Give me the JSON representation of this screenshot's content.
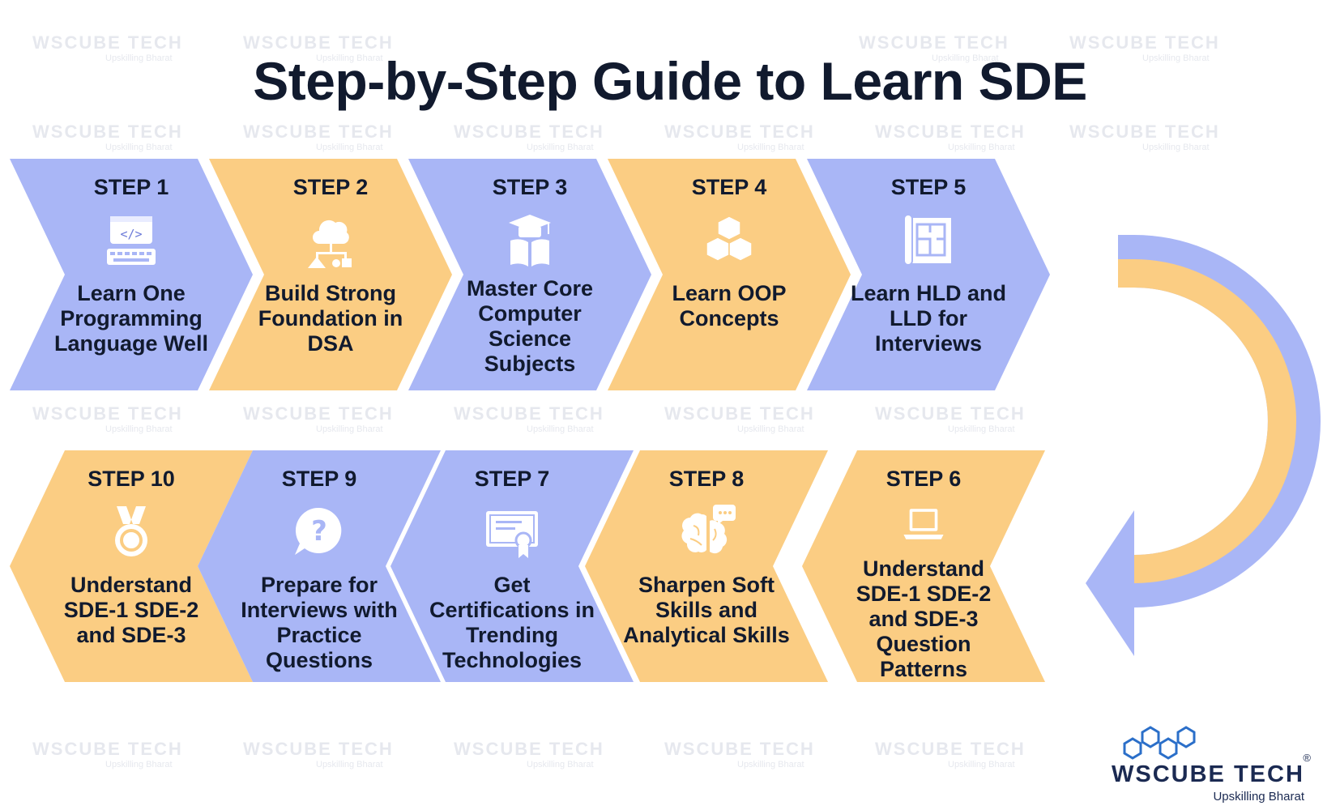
{
  "title": "Step-by-Step Guide to Learn SDE",
  "colors": {
    "blue": "#a9b6f6",
    "orange": "#fbcd83",
    "text": "#111a2e",
    "loop_outer": "#a9b6f6",
    "loop_inner": "#fbcd83"
  },
  "watermark": {
    "brand": "WSCUBE TECH",
    "tagline": "Upskilling Bharat"
  },
  "steps": [
    {
      "label": "STEP 1",
      "text": "Learn One Programming Language Well",
      "icon": "code-window-keyboard-icon",
      "color": "blue"
    },
    {
      "label": "STEP 2",
      "text": "Build Strong Foundation in DSA",
      "icon": "tree-structure-icon",
      "color": "orange"
    },
    {
      "label": "STEP 3",
      "text": "Master Core Computer Science Subjects",
      "icon": "graduation-cap-book-icon",
      "color": "blue"
    },
    {
      "label": "STEP 4",
      "text": "Learn OOP Concepts",
      "icon": "cubes-icon",
      "color": "orange"
    },
    {
      "label": "STEP 5",
      "text": "Learn HLD and LLD for Interviews",
      "icon": "blueprint-icon",
      "color": "blue"
    },
    {
      "label": "STEP 10",
      "text": "Understand SDE-1 SDE-2 and SDE-3",
      "icon": "medal-icon",
      "color": "orange"
    },
    {
      "label": "STEP 9",
      "text": "Prepare for Interviews with Practice Questions",
      "icon": "question-bubble-icon",
      "color": "blue"
    },
    {
      "label": "STEP 7",
      "text": "Get Certifications in Trending Technologies",
      "icon": "certificate-icon",
      "color": "blue"
    },
    {
      "label": "STEP 8",
      "text": "Sharpen Soft Skills and Analytical Skills",
      "icon": "brain-chat-icon",
      "color": "orange"
    },
    {
      "label": "STEP 6",
      "text": "Understand SDE-1 SDE-2 and SDE-3 Question Patterns",
      "icon": "laptop-icon",
      "color": "orange"
    }
  ],
  "logo": {
    "brand": "WSCUBE TECH",
    "tagline": "Upskilling Bharat",
    "registered": "®"
  }
}
